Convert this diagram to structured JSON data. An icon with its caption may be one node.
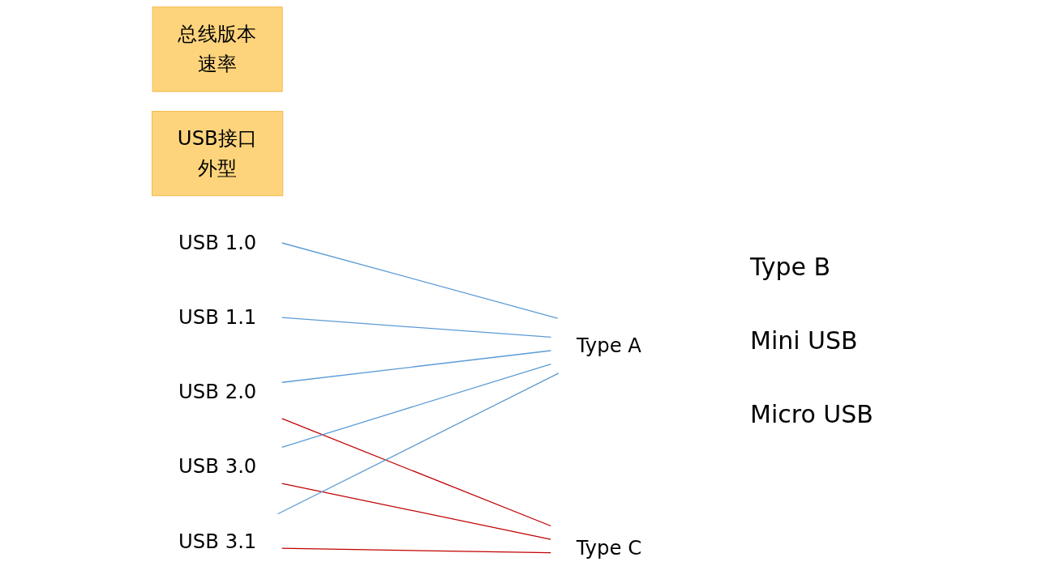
{
  "diagram": {
    "nodes": [
      {
        "text": [
          "总线版本",
          "速率"
        ]
      },
      {
        "text": [
          "USB接口",
          "外型"
        ]
      },
      {
        "text": [
          "USB 1.0"
        ]
      },
      {
        "text": [
          "Type A"
        ]
      },
      {
        "text": [
          "USB 1.1"
        ]
      },
      {
        "text": [
          "USB 2.0"
        ]
      },
      {
        "text": [
          "USB 3.0"
        ]
      },
      {
        "text": [
          "USB 3.1"
        ]
      },
      {
        "text": [
          "Type C"
        ]
      }
    ],
    "edges": [
      {
        "from": 2,
        "to": 3,
        "arrow": "none"
      },
      {
        "from": 4,
        "to": 3,
        "arrow": "none"
      },
      {
        "from": 5,
        "to": 3,
        "arrow": "none"
      },
      {
        "from": 5,
        "to": 8,
        "arrow": "none",
        "color": "#c00000"
      },
      {
        "from": 6,
        "to": 3,
        "arrow": "none"
      },
      {
        "from": 6,
        "to": 8,
        "arrow": "none",
        "color": "#c00000"
      },
      {
        "from": 7,
        "to": 3,
        "arrow": "none"
      },
      {
        "from": 7,
        "to": 8,
        "arrow": "none",
        "color": "#c00000"
      }
    ],
    "labels": [
      "Type B",
      "Mini USB",
      "Micro USB"
    ]
  }
}
